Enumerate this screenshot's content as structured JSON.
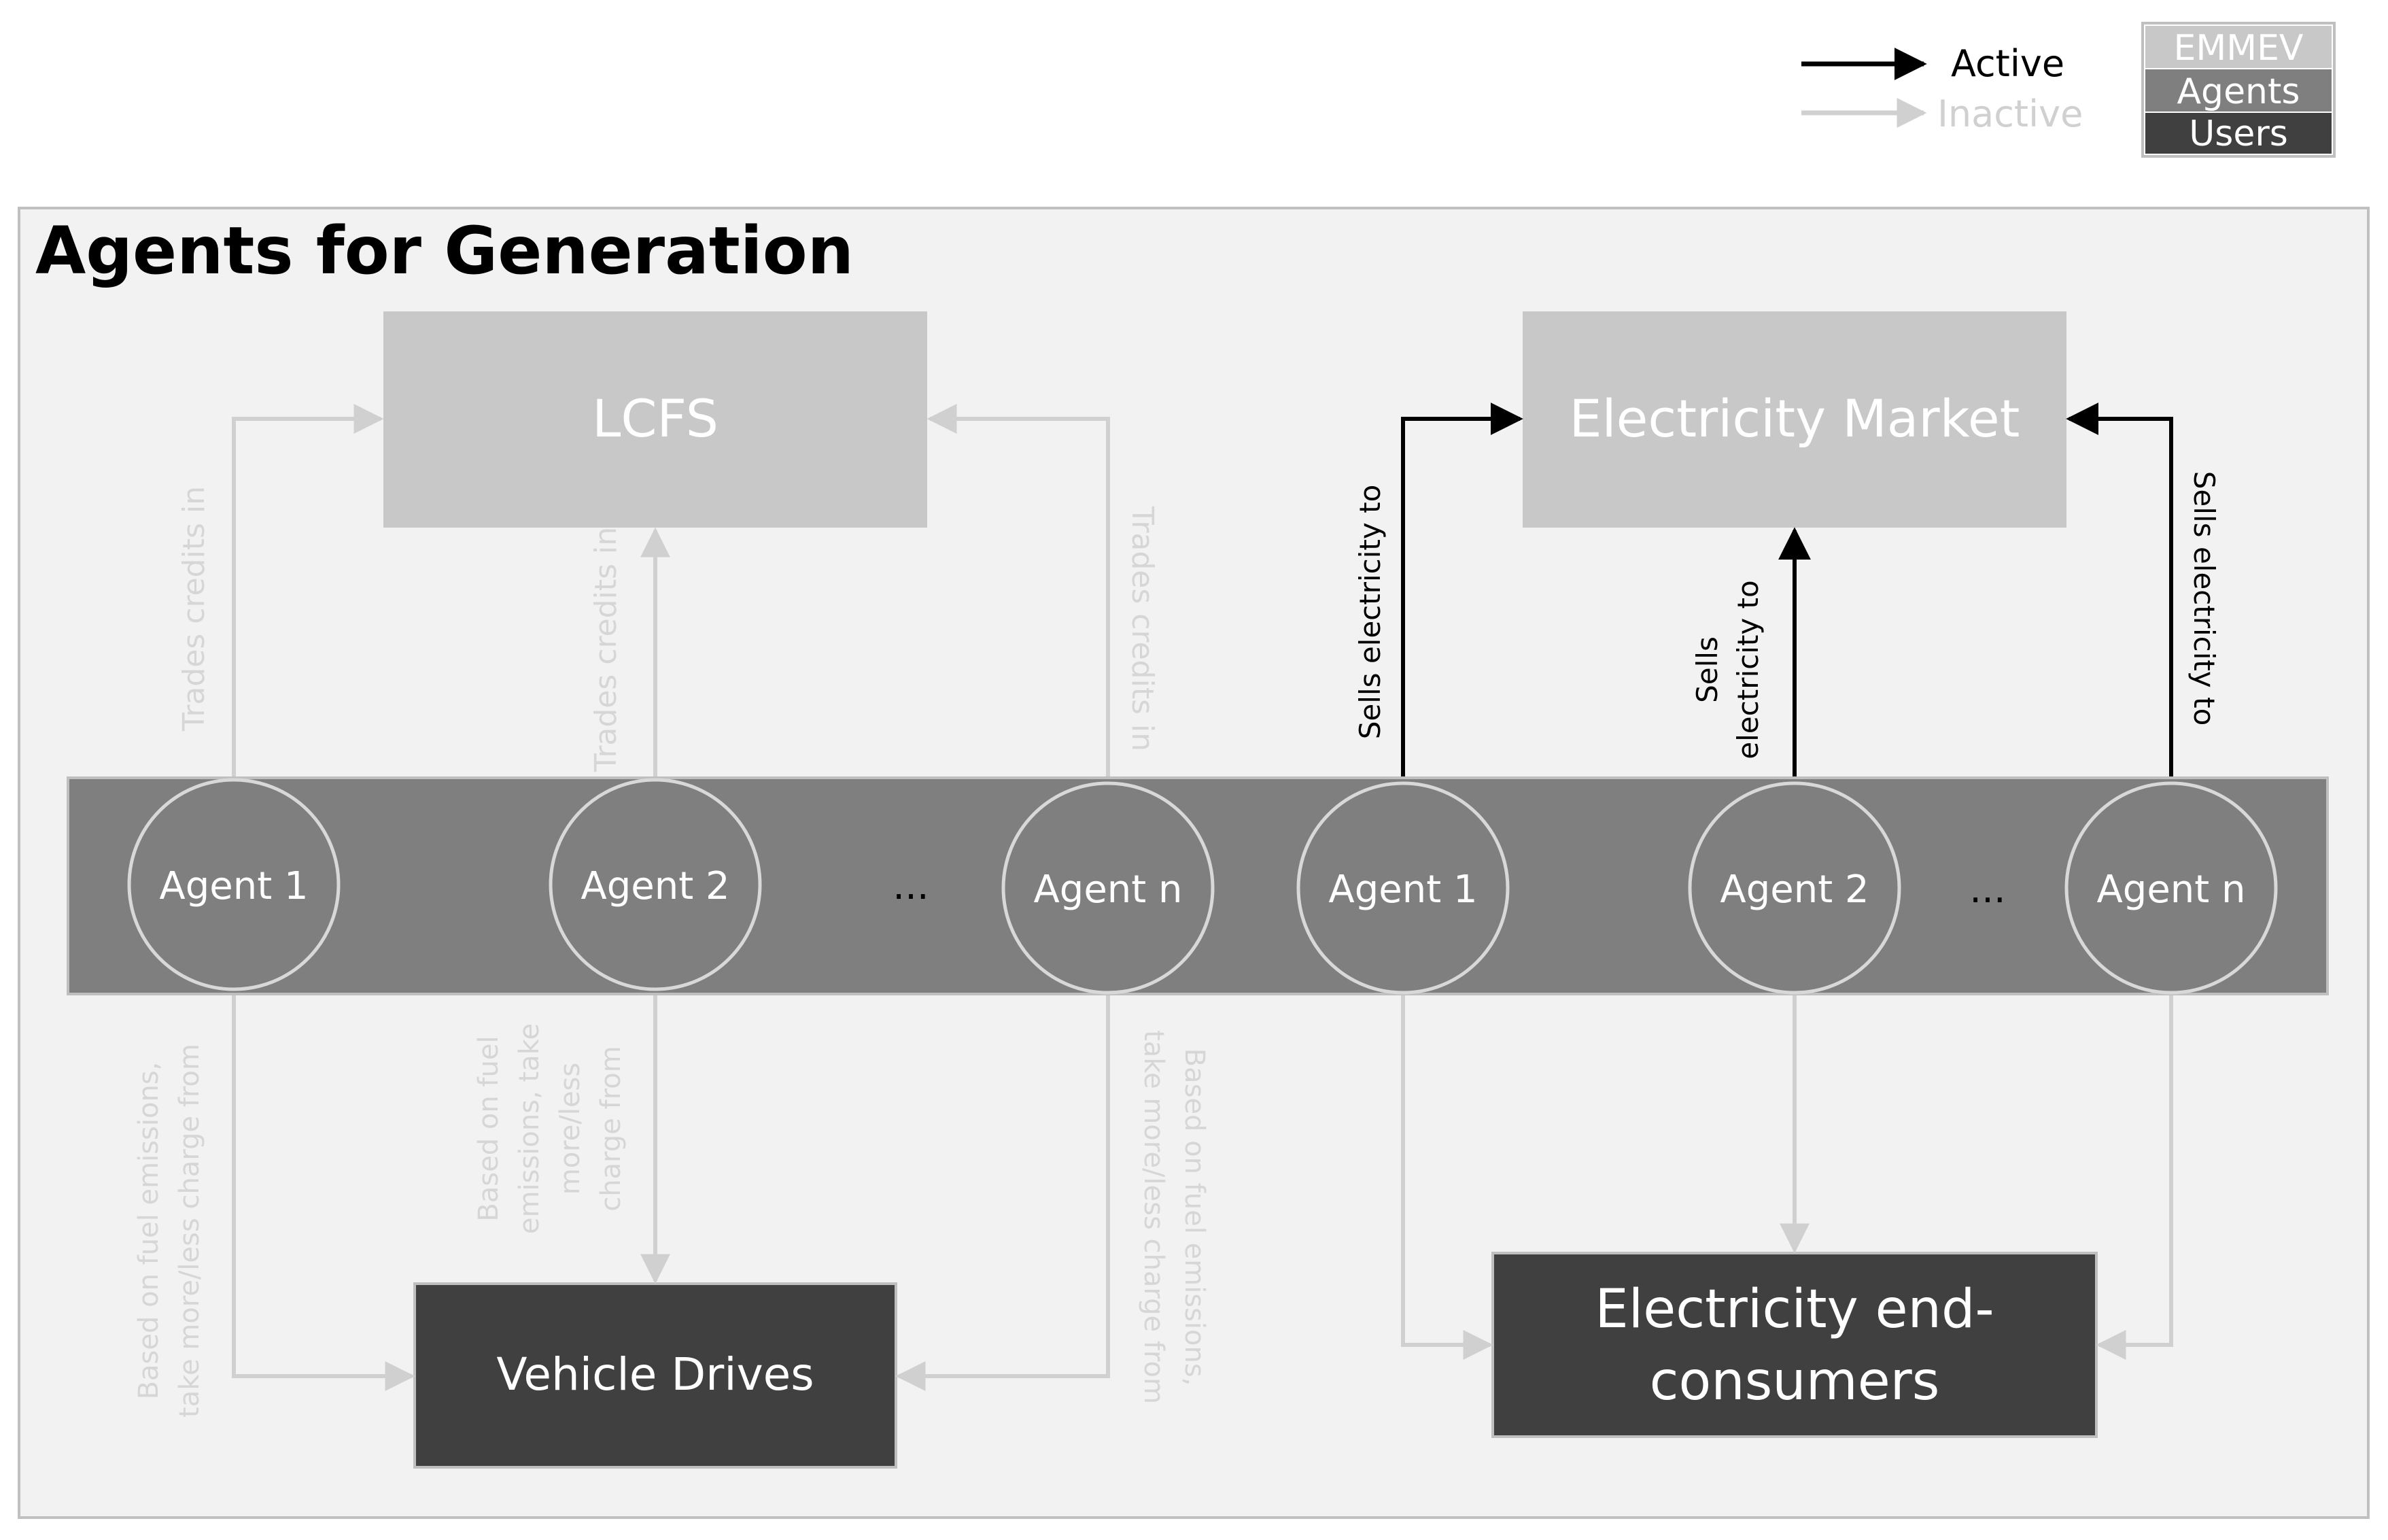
{
  "title": "Agents for Generation",
  "legend": {
    "active_label": "Active",
    "inactive_label": "Inactive",
    "key": [
      "EMMEV",
      "Agents",
      "Users"
    ]
  },
  "boxes": {
    "lcfs": "LCFS",
    "market": "Electricity Market",
    "vehicle": "Vehicle Drives",
    "consumers_line1": "Electricity end-",
    "consumers_line2": "consumers"
  },
  "agents_left": [
    "Agent 1",
    "Agent 2",
    "Agent n"
  ],
  "agents_right": [
    "Agent 1",
    "Agent 2",
    "Agent n"
  ],
  "ellipsis": "...",
  "edge_labels": {
    "trades": "Trades credits in",
    "sells": "Sells electricity to",
    "sells_line1": "Sells",
    "sells_line2": "electricity to",
    "charge_a1": "Based on fuel emissions,",
    "charge_a2": "take more/less charge from",
    "charge_b1": "Based on fuel",
    "charge_b2": "emissions, take",
    "charge_b3": "more/less",
    "charge_b4": "charge from"
  },
  "colors": {
    "emmev": "#c8c8c8",
    "agents": "#7f7f7f",
    "users": "#404040",
    "active": "#000000",
    "inactive": "#d0d0d0",
    "panel": "#f2f2f2"
  }
}
